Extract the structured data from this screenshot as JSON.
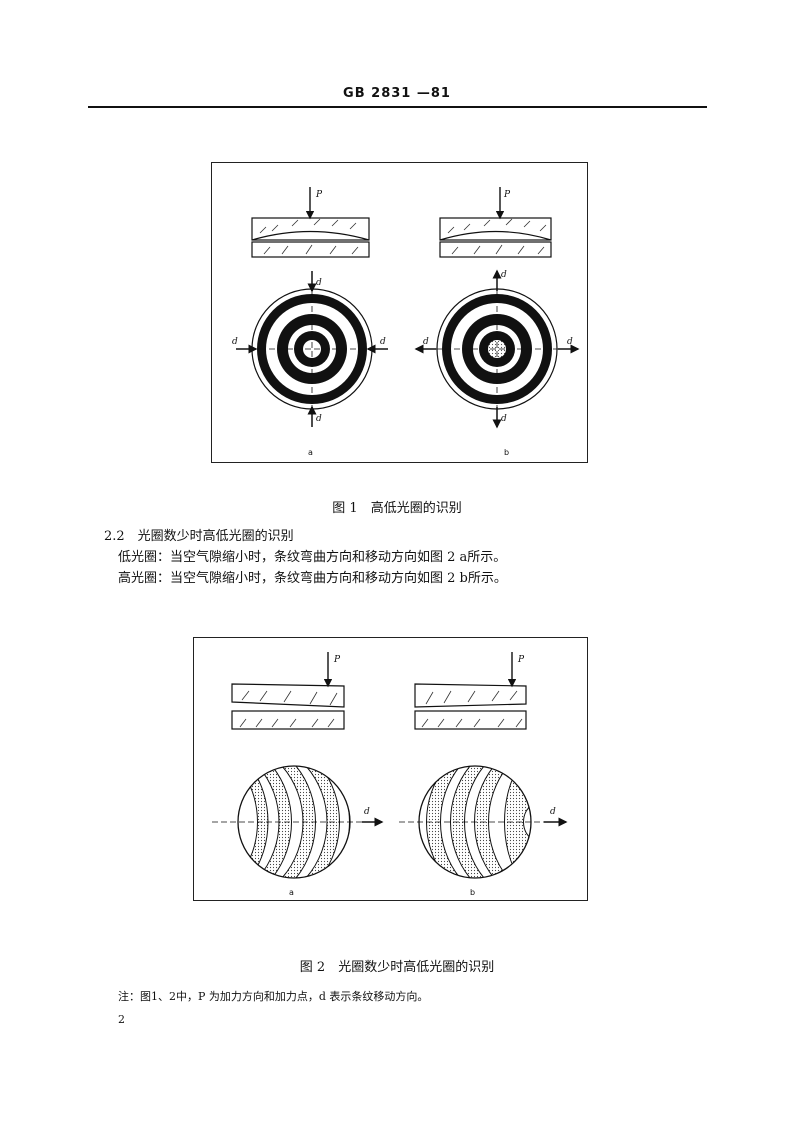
{
  "header": {
    "standard_no": "GB 2831 —81"
  },
  "figure1": {
    "labels": {
      "p_left": "P",
      "p_right": "P",
      "d": "d",
      "sub_a": "a",
      "sub_b": "b"
    },
    "caption": "图 1　高低光圈的识别"
  },
  "section": {
    "heading": "2.2　光圈数少时高低光圈的识别",
    "line_low": "低光圈：当空气隙缩小时，条纹弯曲方向和移动方向如图 2 a所示。",
    "line_high": "高光圈：当空气隙缩小时，条纹弯曲方向和移动方向如图 2 b所示。"
  },
  "figure2": {
    "labels": {
      "p_left": "P",
      "p_right": "P",
      "d": "d",
      "sub_a": "a",
      "sub_b": "b"
    },
    "caption": "图 2　光圈数少时高低光圈的识别"
  },
  "note": "注：图1、2中，P 为加力方向和加力点，d 表示条纹移动方向。",
  "page_number": "2"
}
